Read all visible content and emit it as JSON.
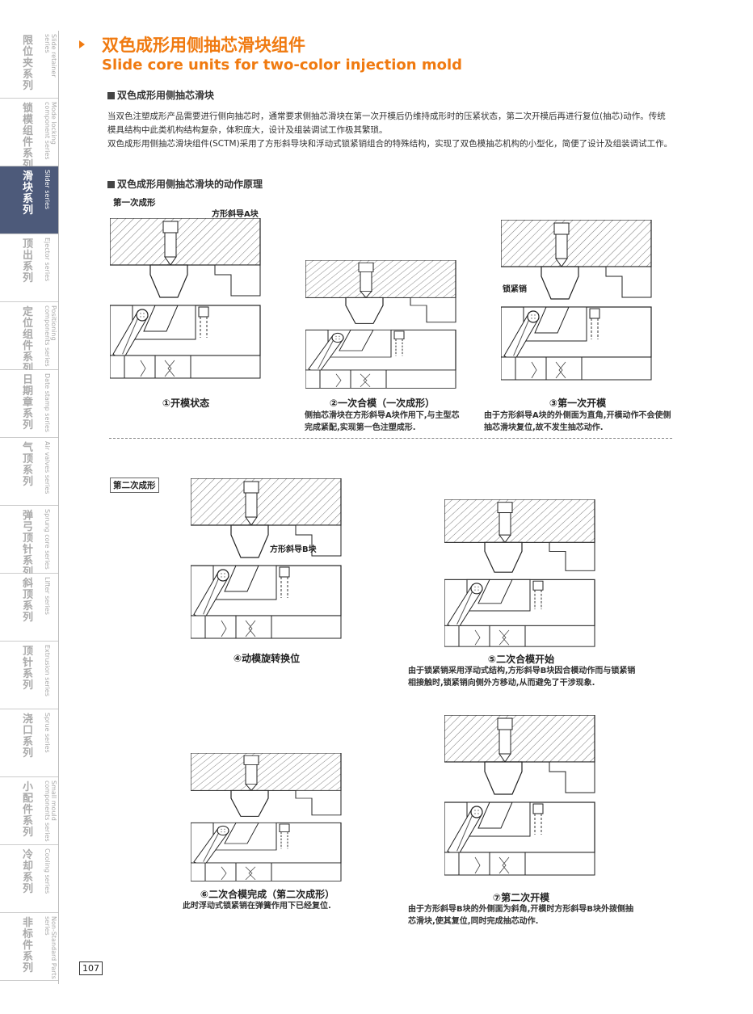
{
  "sidebar": {
    "items": [
      {
        "zh": "限位夹系列",
        "en": "Slide retainer series",
        "active": false
      },
      {
        "zh": "锁模组件系列",
        "en": "Mode locking component series",
        "active": false
      },
      {
        "zh": "滑块系列",
        "en": "Slider series",
        "active": true
      },
      {
        "zh": "顶出系列",
        "en": "Ejector series",
        "active": false
      },
      {
        "zh": "定位组件系列",
        "en": "Positioning components series",
        "active": false
      },
      {
        "zh": "日期章系列",
        "en": "Date stamp series",
        "active": false
      },
      {
        "zh": "气顶系列",
        "en": "Air valves series",
        "active": false
      },
      {
        "zh": "弹弓顶针系列",
        "en": "Sprung core series",
        "active": false
      },
      {
        "zh": "斜顶系列",
        "en": "Lifter series",
        "active": false
      },
      {
        "zh": "顶针系列",
        "en": "Extrusion series",
        "active": false
      },
      {
        "zh": "浇口系列",
        "en": "Sprue series",
        "active": false
      },
      {
        "zh": "小配件系列",
        "en": "Small mould components series",
        "active": false
      },
      {
        "zh": "冷却系列",
        "en": "Cooling series",
        "active": false
      },
      {
        "zh": "非标件系列",
        "en": "Non-Standard Parts series",
        "active": false
      }
    ]
  },
  "header": {
    "title_zh": "双色成形用侧抽芯滑块组件",
    "title_en": "Slide core units for two-color injection mold"
  },
  "section1": {
    "heading": "双色成形用侧抽芯滑块",
    "para1": "当双色注塑成形产品需要进行侧向抽芯时，通常要求侧抽芯滑块在第一次开模后仍维持成形时的压紧状态，第二次开模后再进行复位(抽芯)动作。传统模具结构中此类机构结构复杂，体积庞大，设计及组装调试工作极其繁琐。",
    "para2": "双色成形用侧抽芯滑块组件(SCTM)采用了方形斜导块和浮动式锁紧销组合的特殊结构，实现了双色模抽芯机构的小型化，简便了设计及组装调试工作。"
  },
  "section2": {
    "heading": "双色成形用侧抽芯滑块的动作原理"
  },
  "stages": {
    "first": "第一次成形",
    "second": "第二次成形"
  },
  "labels": {
    "guide_a": "方形斜导A块",
    "lock_pin": "锁紧销",
    "guide_b": "方形斜导B块"
  },
  "steps": [
    {
      "caption": "①开模状态",
      "desc": ""
    },
    {
      "caption": "②一次合模（一次成形）",
      "desc": "侧抽芯滑块在方形斜导A块作用下,与主型芯完成紧配,实现第一色注塑成形."
    },
    {
      "caption": "③第一次开模",
      "desc": "由于方形斜导A块的外侧面为直角,开模动作不会使侧抽芯滑块复位,故不发生抽芯动作."
    },
    {
      "caption": "④动模旋转换位",
      "desc": ""
    },
    {
      "caption": "⑤二次合模开始",
      "desc": "由于锁紧销采用浮动式结构,方形斜导B块因合模动作而与锁紧销相接触时,锁紧销向侧外方移动,从而避免了干涉现象."
    },
    {
      "caption": "⑥二次合模完成（第二次成形）",
      "desc": "此时浮动式锁紧销在弹簧作用下已经复位."
    },
    {
      "caption": "⑦第二次开模",
      "desc": "由于方形斜导B块的外侧面为斜角,开模时方形斜导B块外拨侧抽芯滑块,使其复位,同时完成抽芯动作."
    }
  ],
  "page_number": "107",
  "colors": {
    "accent": "#f07a10",
    "sidebar_active": "#4d5a7a"
  }
}
